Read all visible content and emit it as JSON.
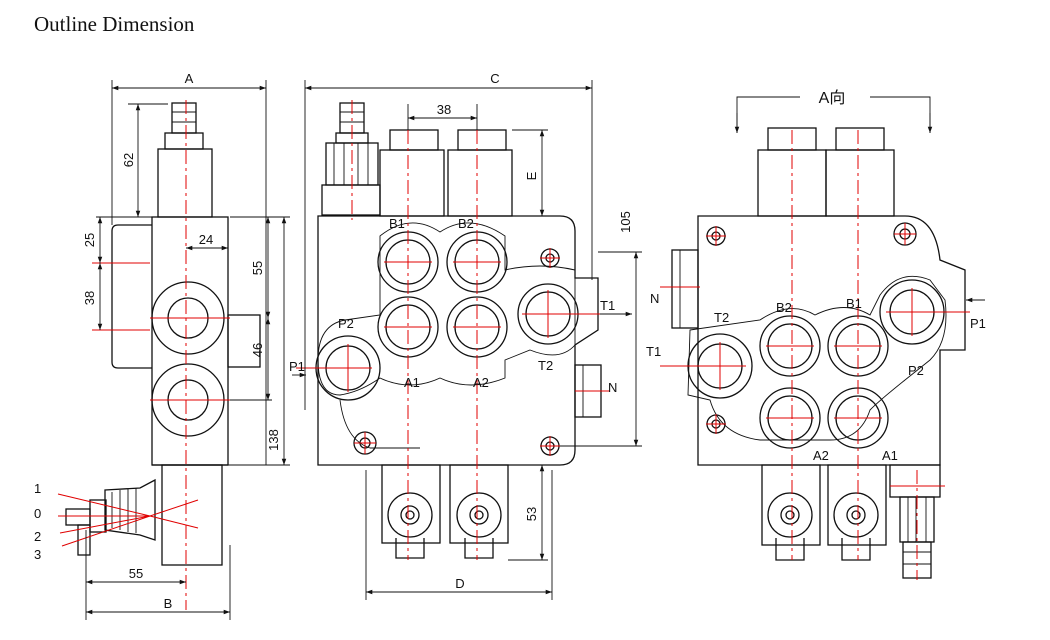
{
  "title": "Outline Dimension",
  "side_view": {
    "dim_A": "A",
    "dim_62": "62",
    "dim_25": "25",
    "dim_24": "24",
    "dim_38": "38",
    "dim_55": "55",
    "dim_46": "46",
    "dim_138": "138",
    "dim_55_bottom": "55",
    "dim_B": "B",
    "lever_positions": [
      "1",
      "0",
      "2",
      "3"
    ]
  },
  "front_view": {
    "dim_C": "C",
    "dim_38": "38",
    "dim_E": "E",
    "dim_105": "105",
    "dim_53": "53",
    "dim_D": "D",
    "ports": {
      "B1": "B1",
      "B2": "B2",
      "P2": "P2",
      "A1": "A1",
      "A2": "A2",
      "T1": "T1",
      "T2": "T2",
      "P1": "P1",
      "N": "N"
    }
  },
  "rear_view": {
    "view_label": "A向",
    "ports": {
      "T2": "T2",
      "B2": "B2",
      "B1": "B1",
      "P1": "P1",
      "T1": "T1",
      "P2": "P2",
      "A2": "A2",
      "A1": "A1",
      "N": "N"
    }
  }
}
